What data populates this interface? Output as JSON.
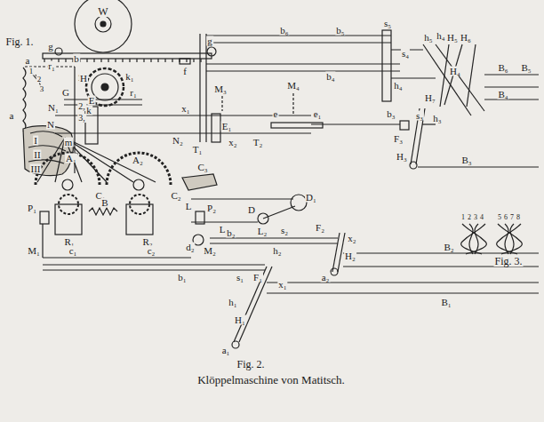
{
  "diagram": {
    "caption": "Klöppelmaschine von Matitsch.",
    "labels": [
      "Fig. 1.",
      "a",
      "1",
      "2",
      "3",
      "b",
      "1,",
      "2,",
      "3,",
      "a",
      "I",
      "II",
      "III",
      "W",
      "g",
      "g",
      "f",
      "r₁",
      "H",
      "k₁",
      "G",
      "k",
      "r₁",
      "N₁",
      "E",
      "N",
      "m",
      "N₂",
      "x₁",
      "T₁",
      "E₁",
      "M₃",
      "x₂",
      "T₂",
      "e",
      "e₁",
      "M₄",
      "b₃",
      "s₃",
      "h₃",
      "F₃",
      "H₃",
      "B₃",
      "b₆",
      "b₅",
      "s₅",
      "s₄",
      "h₅",
      "h₄",
      "H₅",
      "H₆",
      "b₄",
      "h₄",
      "H₄",
      "H₇",
      "B₆",
      "B₅",
      "B₄",
      "A₁",
      "A₂",
      "C₃",
      "C₁",
      "C₂",
      "P₁",
      "B",
      "R₁",
      "R₂",
      "P₂",
      "L",
      "L₁",
      "D",
      "D₁",
      "L₂",
      "M₂",
      "d₂",
      "M₁",
      "c₁",
      "c₂",
      "b₂",
      "s₂",
      "F₂",
      "x₂",
      "h₂",
      "H₂",
      "a₂",
      "B₂",
      "b₁",
      "s₁",
      "F₁",
      "x₁",
      "h₁",
      "H₁",
      "a₁",
      "B₁",
      "Fig. 3.",
      "1",
      "2",
      "3",
      "4",
      "5",
      "6",
      "7",
      "8",
      "Fig. 2."
    ]
  }
}
